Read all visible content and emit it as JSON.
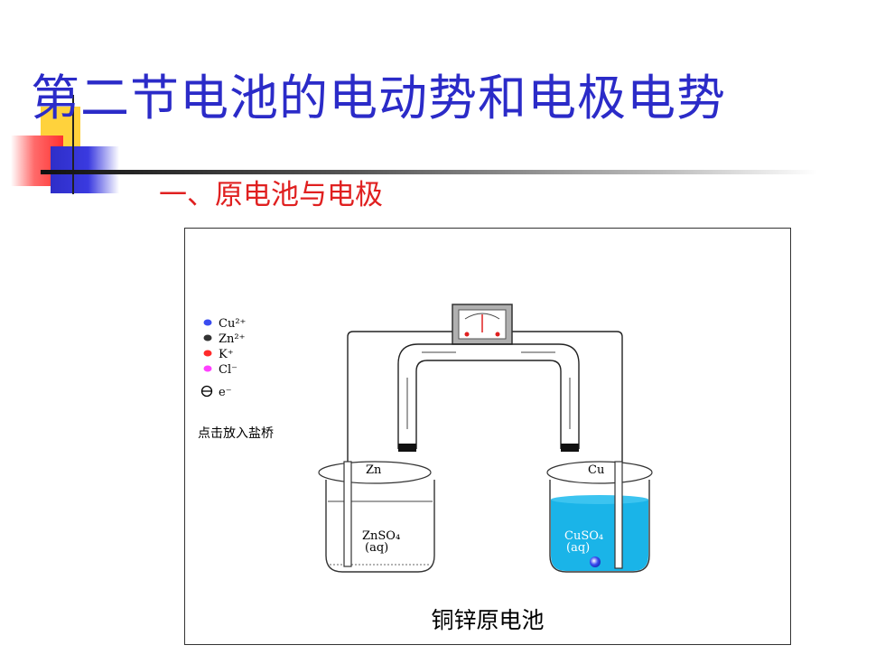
{
  "slide": {
    "title": "第二节电池的电动势和电极电势",
    "subtitle": "一、原电池与电极"
  },
  "diagram": {
    "legend": [
      {
        "ion": "Cu²⁺",
        "color": "#3a4cf0"
      },
      {
        "ion": "Zn²⁺",
        "color": "#333333"
      },
      {
        "ion": "K⁺",
        "color": "#ff2a2a"
      },
      {
        "ion": "Cl⁻",
        "color": "#ff40ff"
      },
      {
        "ion": "e⁻",
        "color": "#000000"
      }
    ],
    "action_text": "点击放入盐桥",
    "left_electrode": "Zn",
    "right_electrode": "Cu",
    "left_solution": {
      "formula": "ZnSO₄",
      "state": "(aq)"
    },
    "right_solution": {
      "formula": "CuSO₄",
      "state": "(aq)"
    },
    "caption": "铜锌原电池",
    "colors": {
      "cuso4_solution": "#1ab4e8",
      "title": "#2b2bc8",
      "subtitle": "#e02020"
    }
  }
}
